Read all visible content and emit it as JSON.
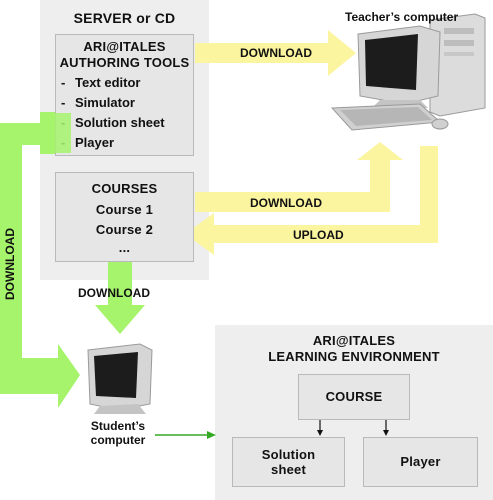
{
  "server": {
    "title": "SERVER or CD",
    "authoring": {
      "title_line1": "ARI@ITALES",
      "title_line2": "AUTHORING TOOLS",
      "items": [
        "Text editor",
        "Simulator",
        "Solution sheet",
        "Player"
      ]
    },
    "courses": {
      "title": "COURSES",
      "items": [
        "Course 1",
        "Course 2",
        "..."
      ]
    }
  },
  "teacher": {
    "label": "Teacher’s computer"
  },
  "student": {
    "label_line1": "Student’s",
    "label_line2": "computer"
  },
  "arrows": {
    "download_tools": "DOWNLOAD",
    "download_courses": "DOWNLOAD",
    "upload": "UPLOAD",
    "download_down": "DOWNLOAD",
    "download_left": "DOWNLOAD"
  },
  "learning_env": {
    "title_line1": "ARI@ITALES",
    "title_line2": "LEARNING ENVIRONMENT",
    "course": "COURSE",
    "solution_line1": "Solution",
    "solution_line2": "sheet",
    "player": "Player"
  },
  "colors": {
    "yellow_arrow": "#fbf5a0",
    "green_arrow": "#a6f36c",
    "panel": "#eeeeee",
    "box": "#e6e6e6"
  }
}
